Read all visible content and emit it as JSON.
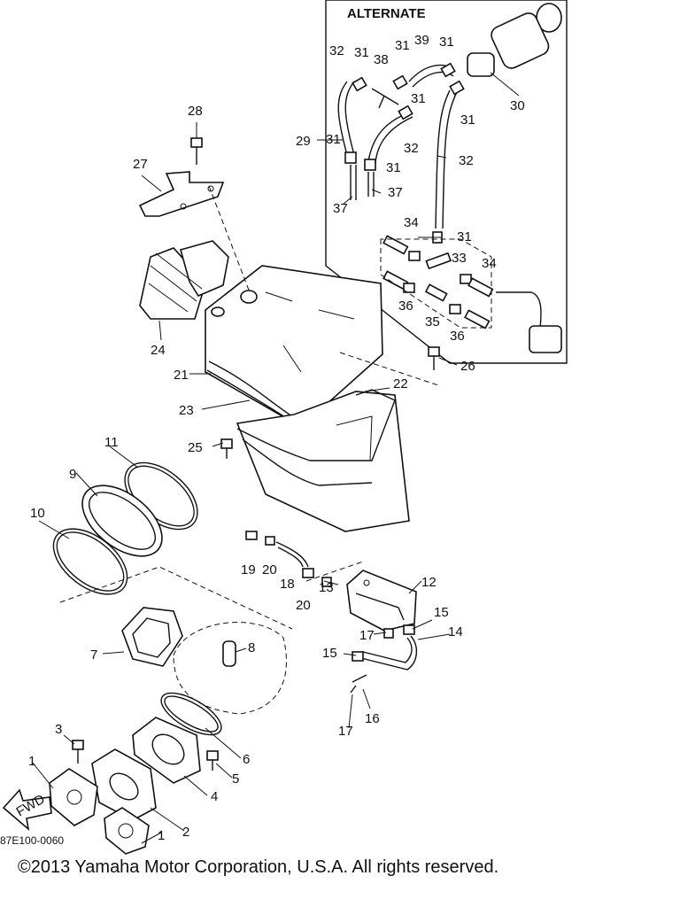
{
  "alternate_title": "ALTERNATE",
  "drawing_number": "87E100-0060",
  "fwd_label": "FWD",
  "copyright": "©2013 Yamaha Motor Corporation, U.S.A. All rights reserved.",
  "callouts": [
    "1",
    "1",
    "2",
    "3",
    "4",
    "5",
    "6",
    "7",
    "8",
    "9",
    "10",
    "11",
    "12",
    "13",
    "14",
    "15",
    "15",
    "16",
    "17",
    "17",
    "18",
    "19",
    "20",
    "20",
    "21",
    "22",
    "23",
    "24",
    "25",
    "26",
    "27",
    "28",
    "29",
    "30",
    "31",
    "32",
    "33",
    "34",
    "35",
    "36",
    "37"
  ]
}
